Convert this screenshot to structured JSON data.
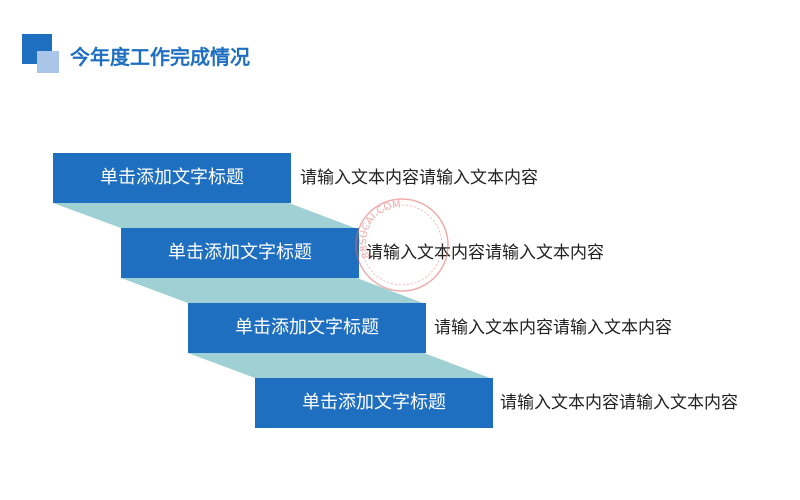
{
  "header": {
    "title": "今年度工作完成情况",
    "accent_color": "#1f6fc0",
    "accent_light_color": "#a9c6e8"
  },
  "steps": [
    {
      "label": "单击添加文字标题",
      "description": "请输入文本内容请输入文本内容"
    },
    {
      "label": "单击添加文字标题",
      "description": "请输入文本内容请输入文本内容"
    },
    {
      "label": "单击添加文字标题",
      "description": "请输入文本内容请输入文本内容"
    },
    {
      "label": "单击添加文字标题",
      "description": "请输入文本内容请输入文本内容"
    }
  ],
  "colors": {
    "step_fill": "#1f6fc0",
    "connector_fill": "#9fd0d4",
    "watermark": "#e06a6a"
  },
  "watermark": {
    "text": "88SUCAI.COM",
    "icon": "stamp-watermark-icon"
  }
}
